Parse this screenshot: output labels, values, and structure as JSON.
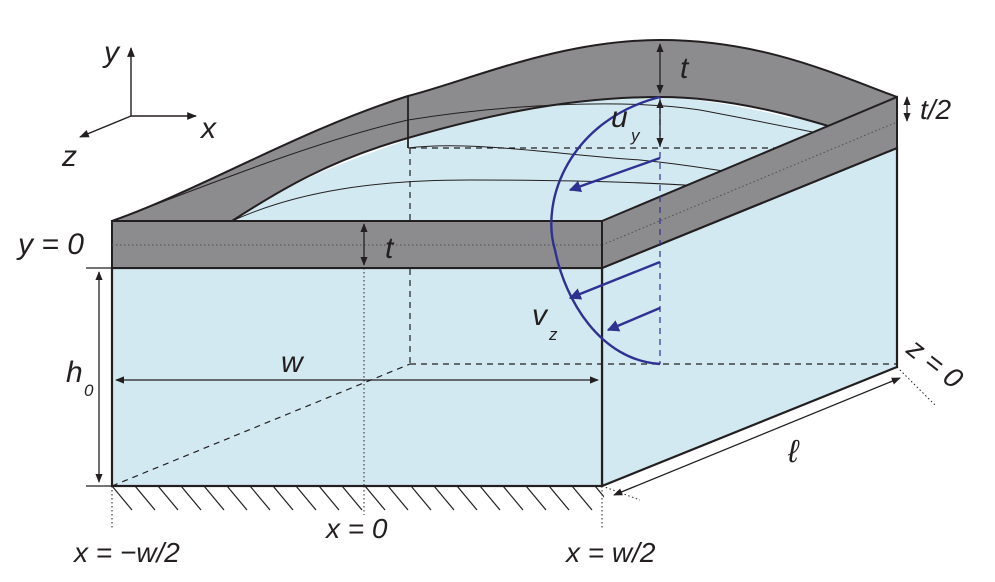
{
  "diagram": {
    "axes": {
      "x_label": "x",
      "y_label": "y",
      "z_label": "z"
    },
    "labels": {
      "t_top": "t",
      "t_half": "t/2",
      "t_front": "t",
      "u_y_main": "u",
      "u_y_sub": "y",
      "v_z_main": "v",
      "v_z_sub": "z",
      "y_zero": "y = 0",
      "h0_main": "h",
      "h0_sub": "0",
      "w": "w",
      "z_zero": "z = 0",
      "ell": "ℓ",
      "x_minus": "x = −w/2",
      "x_zero": "x = 0",
      "x_plus": "x = w/2"
    },
    "colors": {
      "fluid": "#d3e9f1",
      "plate": "#8c8c8f",
      "plate_dark": "#6f6f72",
      "profile": "#2e3192",
      "ink": "#231f20"
    }
  }
}
